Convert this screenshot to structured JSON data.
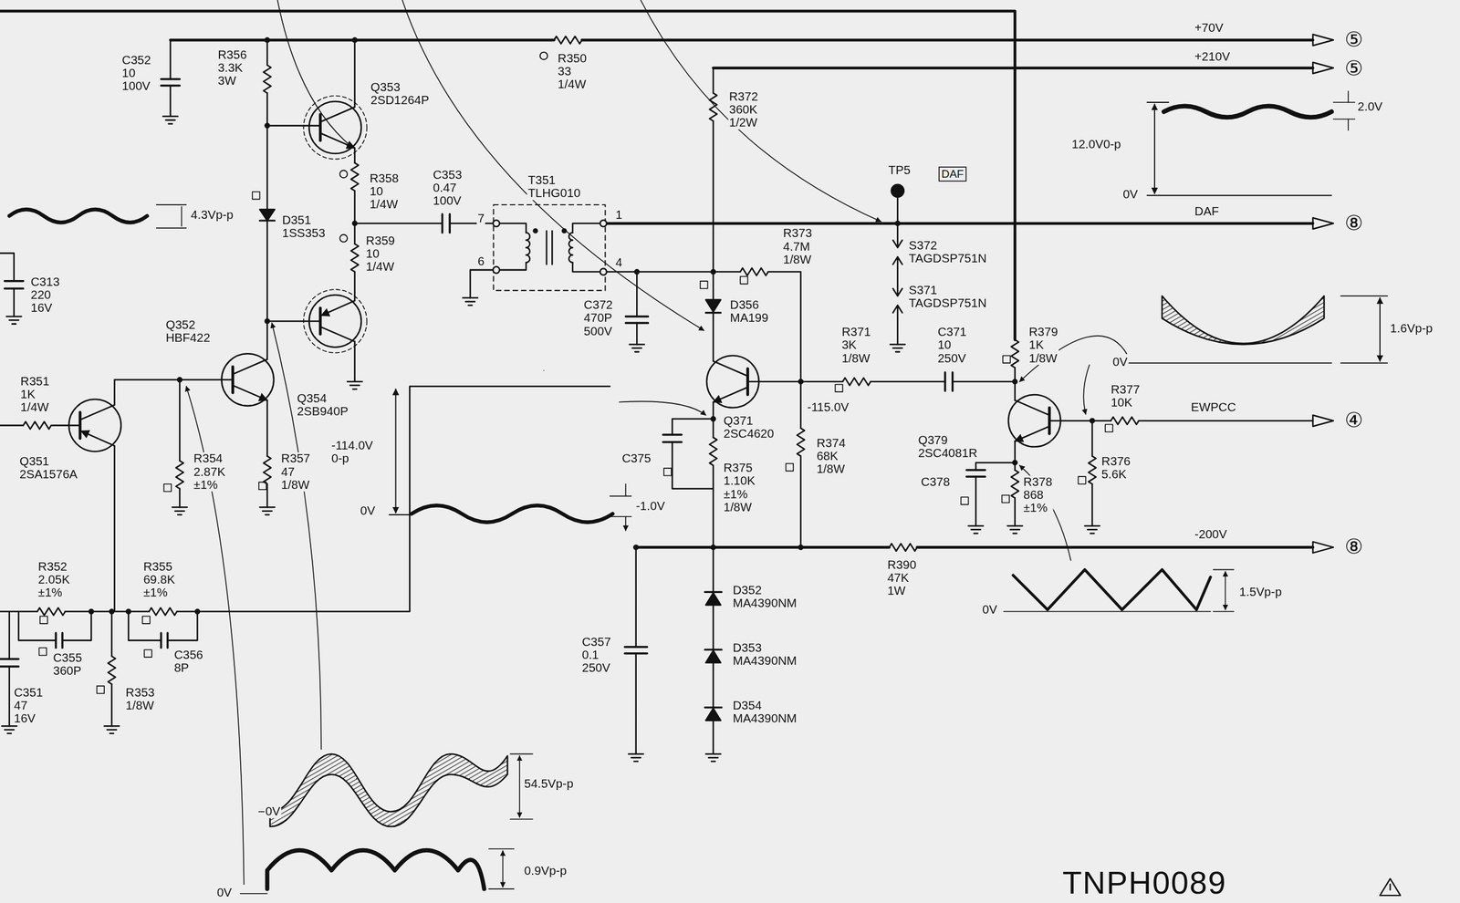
{
  "diagram": {
    "nodes": [
      {
        "text": [
          "DAF"
        ]
      }
    ],
    "labels": [
      "C352 10 100V",
      "R356 3.3K 3W",
      "Q353 2SD1264P",
      "R350 33 1/4W",
      "+70V",
      "⑤",
      "+210V",
      "⑤",
      "R372 360K 1/2W",
      "2.0V",
      "12.0V0-p",
      "0V",
      "TP5",
      "DAF",
      "⑧",
      "R358 10 1/4W",
      "C353 0.47 100V",
      "T351 TLHG010",
      "7",
      "1",
      "6",
      "4",
      "4.3Vp-p",
      "D351 1SS353",
      "R359 10 1/4W",
      "C313 220 16V",
      "S372 TAGDSP751N",
      "S371 TAGDSP751N",
      "R373 4.7M 1/8W",
      "C372 470P 500V",
      "D356 MA199",
      "1.6Vp-p",
      "Q352 HBF422",
      "R371 3K 1/8W",
      "C371 10 250V",
      "R379 1K 1/8W",
      "0V",
      "R377 10K",
      "R351 1K 1/4W",
      "Q354 2SB940P",
      "-114.0V 0-p",
      "-115.0V",
      "EWPCC",
      "④",
      "Q371 2SC4620",
      "R374 68K 1/8W",
      "Q379 2SC4081R",
      "R376 5.6K",
      "Q351 2SA1576A",
      "R354 2.87K ±1%",
      "R357 47 1/8W",
      "C375",
      "R375 1.10K ±1% 1/8W",
      "C378",
      "R378 868 ±1%",
      "0V",
      "-1.0V",
      "-200V",
      "⑧",
      "R390 47K 1W",
      "1.5Vp-p",
      "0V",
      "R352 2.05K ±1%",
      "R355 69.8K ±1%",
      "D352 MA4390NM",
      "C355 360P",
      "C356 8P",
      "D353 MA4390NM",
      "C357 0.1 250V",
      "C351 47 16V",
      "R353 1/8W",
      "D354 MA4390NM",
      "54.5Vp-p",
      "0V",
      "0.9Vp-p",
      "0V",
      "TNPH0089"
    ]
  }
}
